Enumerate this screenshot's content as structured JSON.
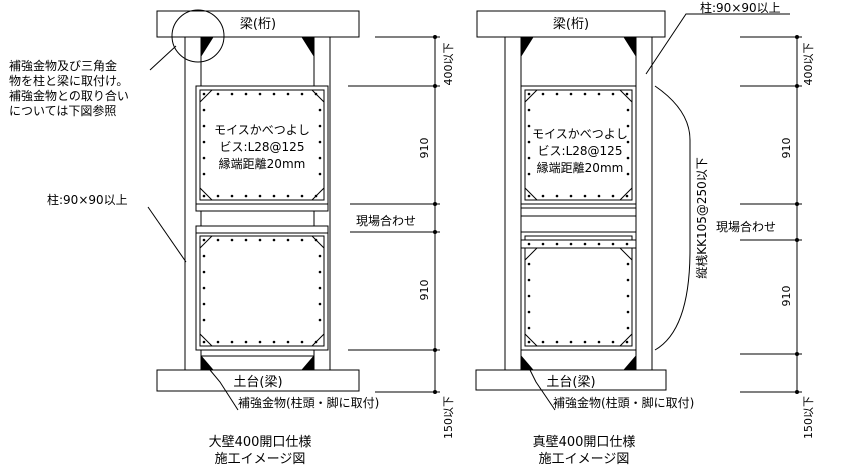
{
  "left": {
    "beam_label": "梁(桁)",
    "sill_label": "土台(梁)",
    "panel_text": [
      "モイスかべつよし",
      "ビス:L28@125",
      "縁端距離20mm"
    ],
    "note_bracket": [
      "補強金物及び三角金",
      "物を柱と梁に取付け。",
      "補強金物との取り合い",
      "については下図参照"
    ],
    "column_label": "柱:90×90以上",
    "hardware_label": "補強金物(柱頭・脚に取付)",
    "caption": [
      "大壁400開口仕様",
      "施工イメージ図"
    ],
    "dims": {
      "top": "400以下",
      "upper": "910",
      "lower": "910",
      "bottom": "150以下",
      "field": "現場合わせ"
    }
  },
  "right": {
    "beam_label": "梁(桁)",
    "sill_label": "土台(梁)",
    "panel_text": [
      "モイスかべつよし",
      "ビス:L28@125",
      "縁端距離20mm"
    ],
    "column_label": "柱:90×90以上",
    "batten_label": "縦桟KK105@250以下",
    "hardware_label": "補強金物(柱頭・脚に取付)",
    "caption": [
      "真壁400開口仕様",
      "施工イメージ図"
    ],
    "dims": {
      "top": "400以下",
      "upper": "910",
      "lower": "910",
      "bottom": "150以下",
      "field": "現場合わせ"
    }
  }
}
